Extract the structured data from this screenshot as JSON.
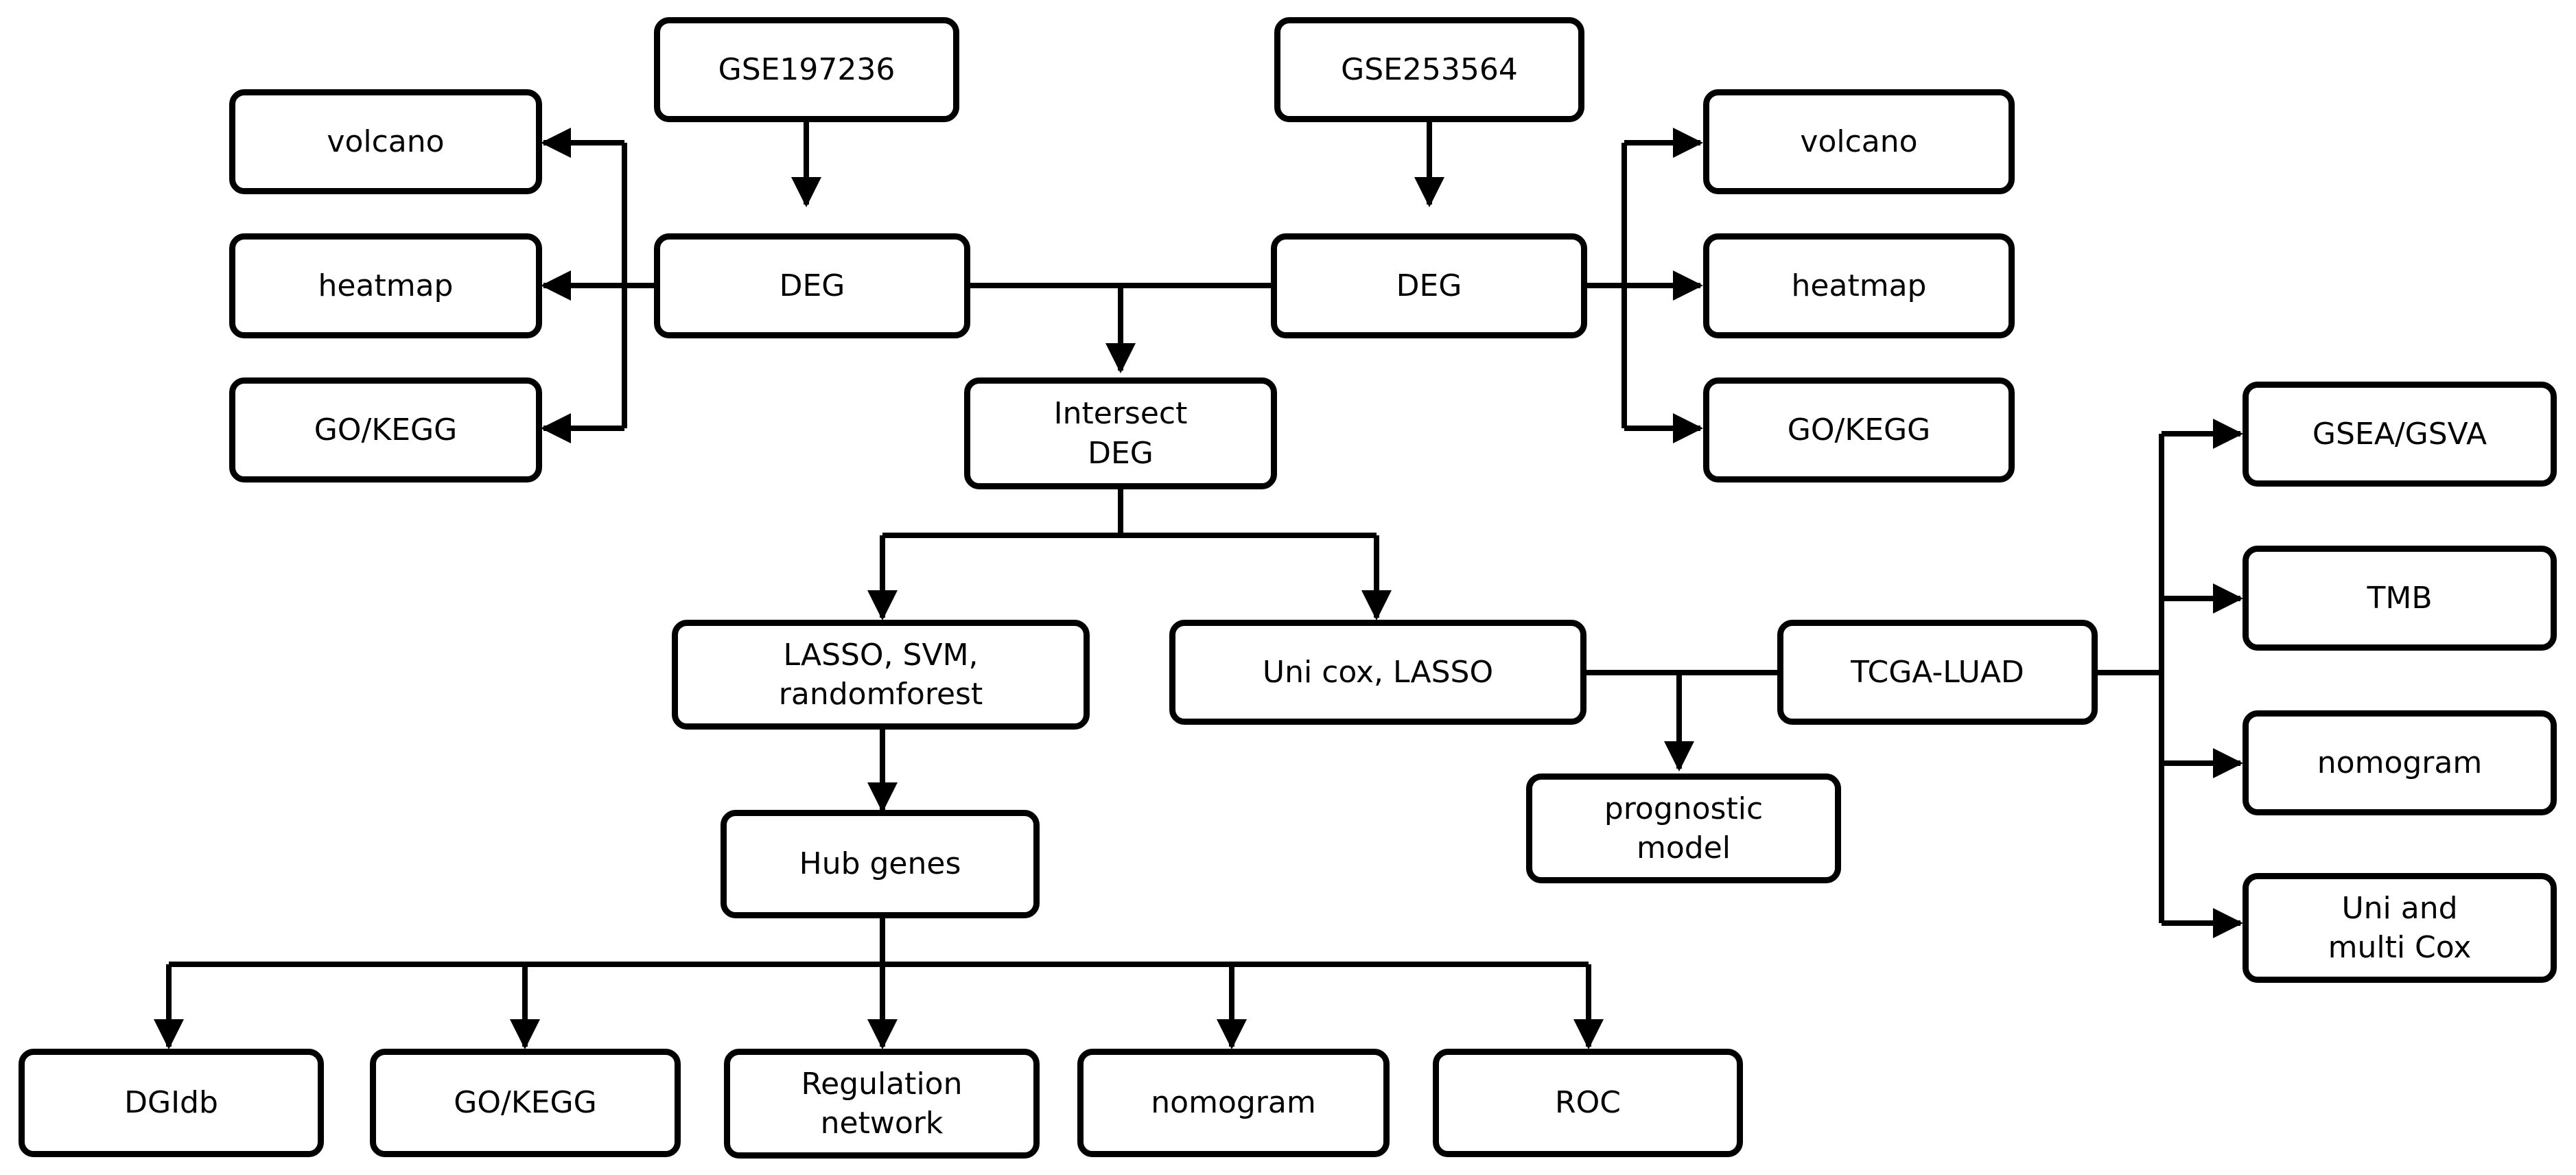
{
  "diagram": {
    "nodes": {
      "gse1": "GSE197236",
      "gse2": "GSE253564",
      "volcano_l": "volcano",
      "heatmap_l": "heatmap",
      "gokegg_l": "GO/KEGG",
      "deg_l": "DEG",
      "deg_r": "DEG",
      "volcano_r": "volcano",
      "heatmap_r": "heatmap",
      "gokegg_r": "GO/KEGG",
      "intersect": "Intersect\nDEG",
      "ml": "LASSO, SVM,\nrandomforest",
      "unicox": "Uni cox, LASSO",
      "tcga": "TCGA-LUAD",
      "prognostic": "prognostic\nmodel",
      "hub": "Hub genes",
      "gsea": "GSEA/GSVA",
      "tmb": "TMB",
      "nomogram_r": "nomogram",
      "unimulti": "Uni and\nmulti Cox",
      "dgidb": "DGIdb",
      "gokegg_b": "GO/KEGG",
      "regnet": "Regulation\nnetwork",
      "nomogram_b": "nomogram",
      "roc": "ROC"
    }
  }
}
